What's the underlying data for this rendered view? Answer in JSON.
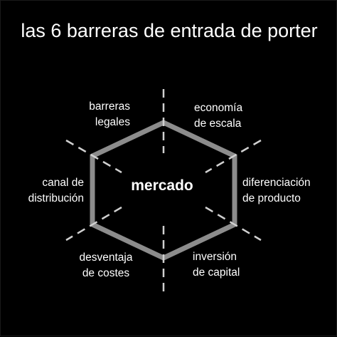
{
  "title": "las 6 barreras de entrada de porter",
  "center": "mercado",
  "barriers": {
    "top_left": [
      "barreras",
      "legales"
    ],
    "top_right": [
      "economía",
      "de escala"
    ],
    "right": [
      "diferenciación",
      "de producto"
    ],
    "bottom_right": [
      "inversión",
      "de capital"
    ],
    "bottom_left": [
      "desventaja",
      "de costes"
    ],
    "left": [
      "canal de",
      "distribución"
    ]
  },
  "colors": {
    "background": "#000000",
    "text": "#ffffff",
    "hexagon": "#8c8c8c",
    "divider": "#d0d0d0"
  }
}
